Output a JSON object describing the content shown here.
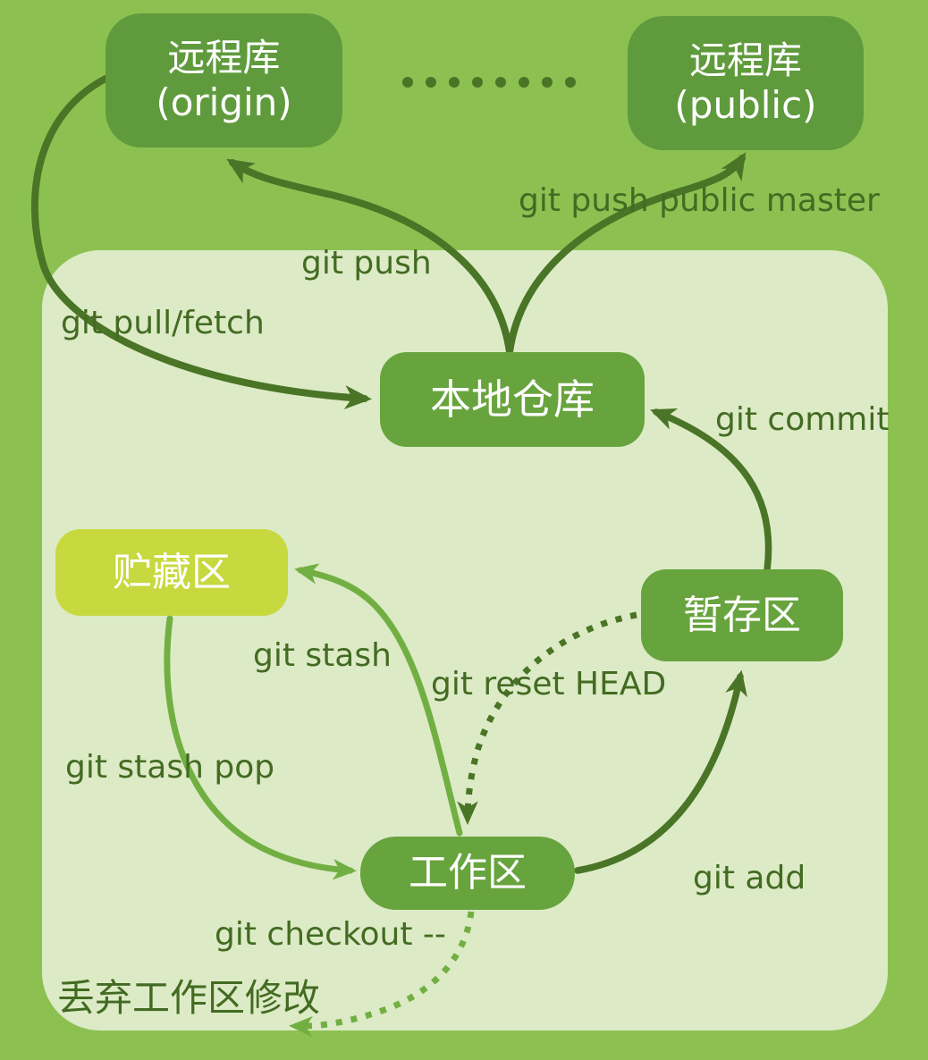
{
  "colors": {
    "background": "#8cc152",
    "panel": "#dcebc6",
    "remote_box": "#5f9b3c",
    "node_box": "#68a43e",
    "stash_box": "#c7d93f",
    "arrow_dark": "#4a7426",
    "arrow_light": "#72af43",
    "label_text": "#436b22",
    "node_text": "#ffffff"
  },
  "nodes": {
    "remote_origin": {
      "line1": "远程库",
      "line2": "(origin)"
    },
    "remote_public": {
      "line1": "远程库",
      "line2": "(public)"
    },
    "local_repo": {
      "label": "本地仓库"
    },
    "stash": {
      "label": "贮藏区"
    },
    "staging": {
      "label": "暂存区"
    },
    "working": {
      "label": "工作区"
    }
  },
  "labels": {
    "git_push_public_master": "git push public master",
    "git_push": "git push",
    "git_pull_fetch": "git pull/fetch",
    "git_commit": "git commit",
    "git_stash": "git stash",
    "git_reset_head": "git reset HEAD",
    "git_stash_pop": "git stash pop",
    "git_add": "git add",
    "git_checkout_discard": "git checkout --",
    "discard_note": "丢弃工作区修改"
  },
  "ellipsis_dot_count": 8
}
